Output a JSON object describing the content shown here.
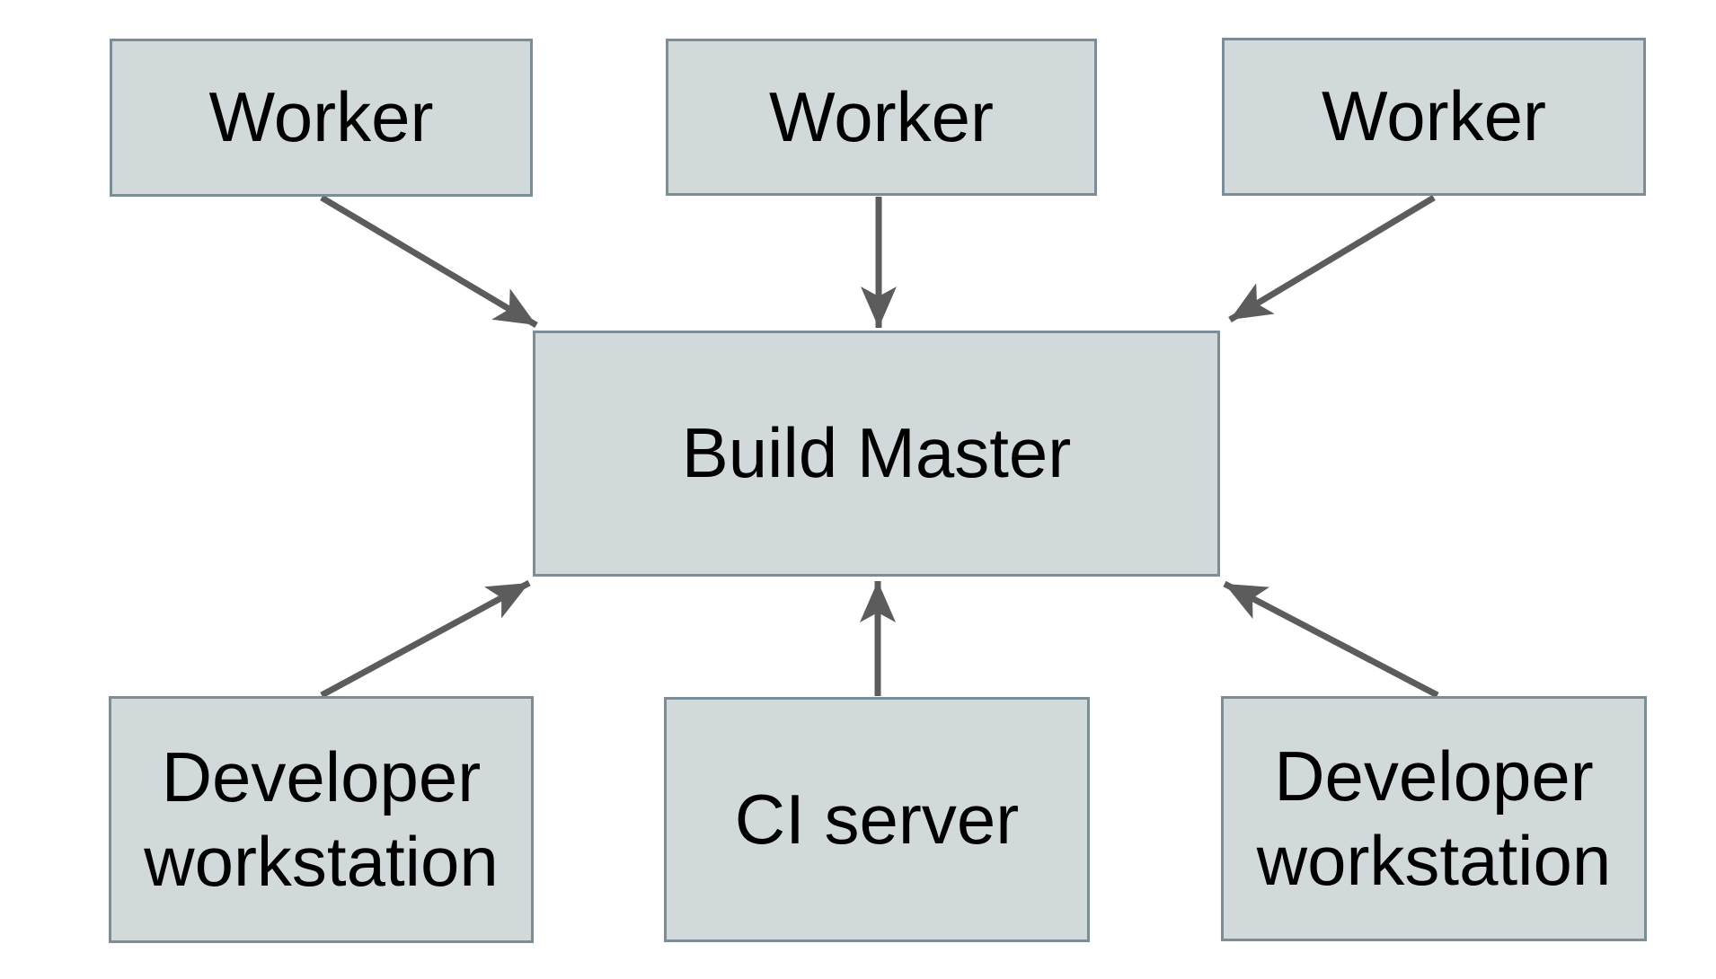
{
  "diagram": {
    "colors": {
      "node_fill": "#d2d9da",
      "node_border": "#7b8e97",
      "arrow": "#5c5c5c",
      "text": "#000000",
      "background": "#ffffff"
    },
    "nodes": [
      {
        "id": "worker-1",
        "label": "Worker"
      },
      {
        "id": "worker-2",
        "label": "Worker"
      },
      {
        "id": "worker-3",
        "label": "Worker"
      },
      {
        "id": "build-master",
        "label": "Build Master"
      },
      {
        "id": "dev-workstation-1",
        "label": "Developer workstation"
      },
      {
        "id": "ci-server",
        "label": "CI server"
      },
      {
        "id": "dev-workstation-2",
        "label": "Developer workstation"
      }
    ],
    "edges": [
      {
        "from": "worker-1",
        "to": "build-master"
      },
      {
        "from": "worker-2",
        "to": "build-master"
      },
      {
        "from": "worker-3",
        "to": "build-master"
      },
      {
        "from": "dev-workstation-1",
        "to": "build-master"
      },
      {
        "from": "ci-server",
        "to": "build-master"
      },
      {
        "from": "dev-workstation-2",
        "to": "build-master"
      }
    ]
  }
}
